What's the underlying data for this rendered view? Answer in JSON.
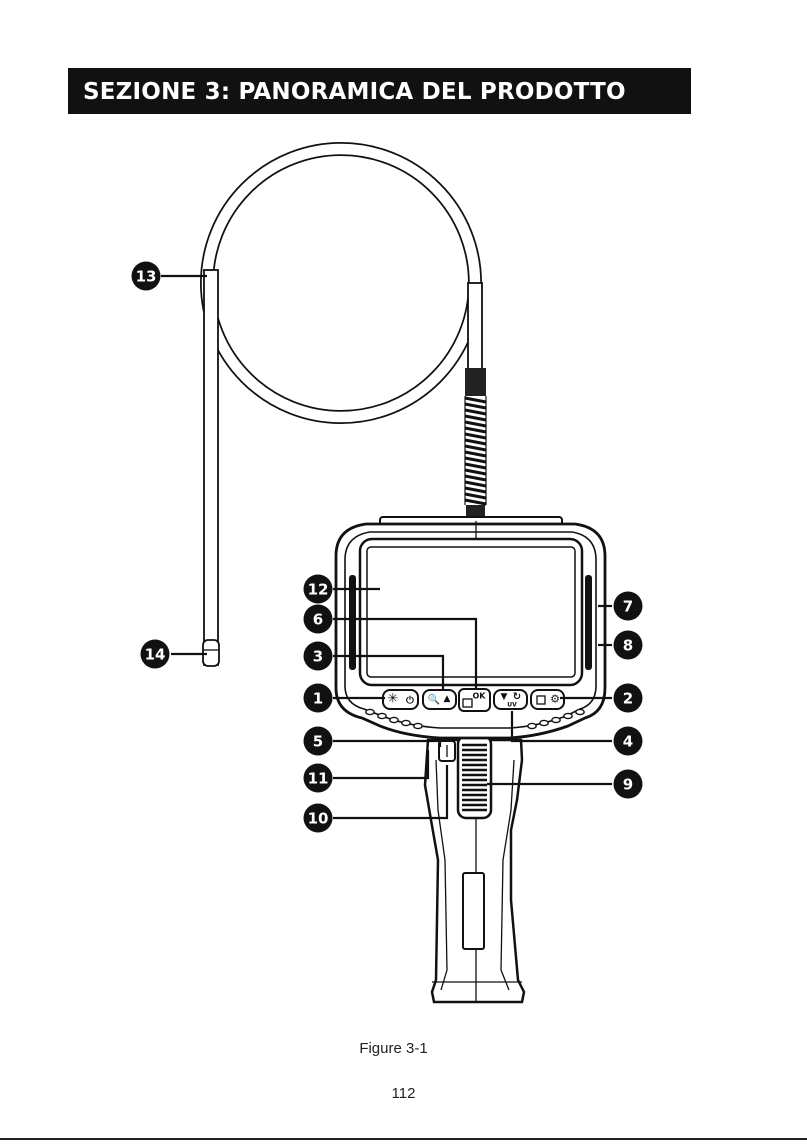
{
  "header": {
    "title": "SEZIONE 3: PANORAMICA DEL PRODOTTO"
  },
  "figure": {
    "caption": "Figure 3-1",
    "callouts": [
      "1",
      "2",
      "3",
      "4",
      "5",
      "6",
      "7",
      "8",
      "9",
      "10",
      "11",
      "12",
      "13",
      "14"
    ],
    "button_labels": {
      "ok": "OK",
      "uv": "UV"
    }
  },
  "page": {
    "number": "112"
  }
}
